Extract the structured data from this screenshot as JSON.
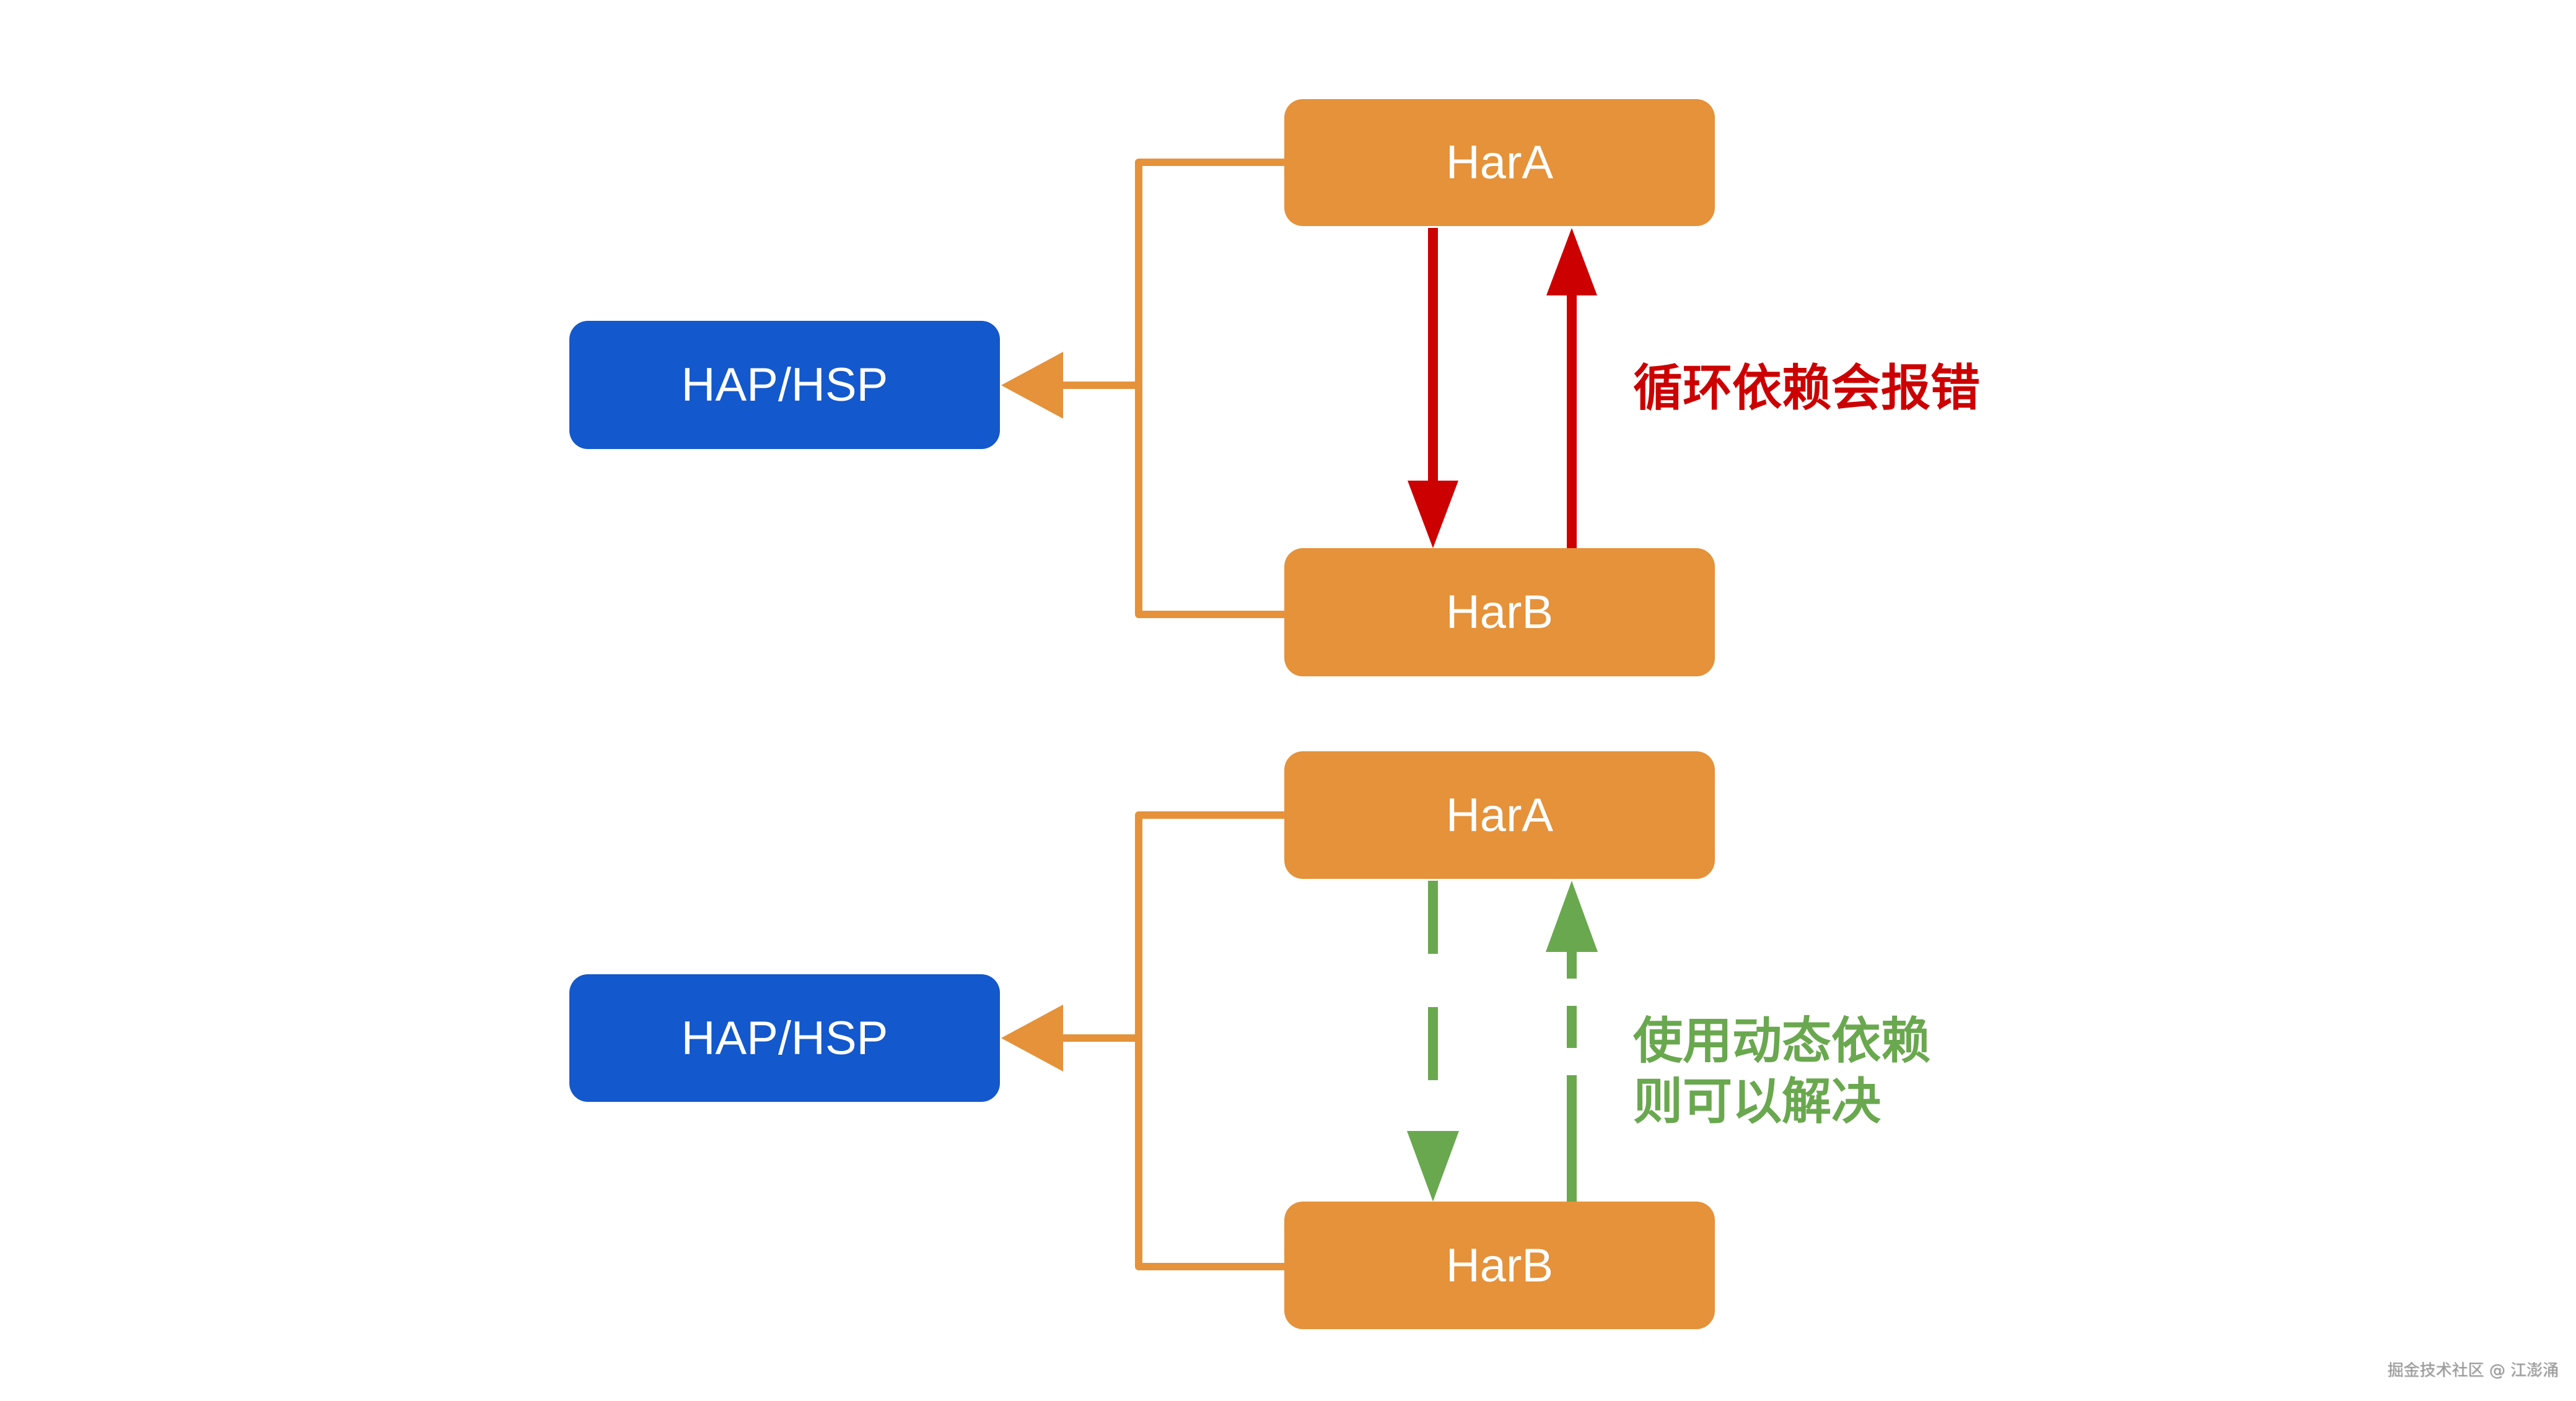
{
  "diagram": {
    "colors": {
      "har_box": "#e5923a",
      "hap_box": "#1358cc",
      "connector": "#e5923a",
      "circular_arrow": "#cc0000",
      "dynamic_arrow": "#6aa84f",
      "box_text": "#ffffff"
    },
    "top_section": {
      "hap_label": "HAP/HSP",
      "har_a_label": "HarA",
      "har_b_label": "HarB",
      "annotation": "循环依赖会报错",
      "arrow_style": "solid"
    },
    "bottom_section": {
      "hap_label": "HAP/HSP",
      "har_a_label": "HarA",
      "har_b_label": "HarB",
      "annotation_line1": "使用动态依赖",
      "annotation_line2": "则可以解决",
      "arrow_style": "dashed"
    },
    "edges": [
      {
        "from": "HarA",
        "to": "HAP/HSP",
        "section": "top"
      },
      {
        "from": "HarB",
        "to": "HAP/HSP",
        "section": "top"
      },
      {
        "from": "HarA",
        "to": "HarB",
        "section": "top",
        "style": "solid-red"
      },
      {
        "from": "HarB",
        "to": "HarA",
        "section": "top",
        "style": "solid-red"
      },
      {
        "from": "HarA",
        "to": "HAP/HSP",
        "section": "bottom"
      },
      {
        "from": "HarB",
        "to": "HAP/HSP",
        "section": "bottom"
      },
      {
        "from": "HarA",
        "to": "HarB",
        "section": "bottom",
        "style": "dashed-green"
      },
      {
        "from": "HarB",
        "to": "HarA",
        "section": "bottom",
        "style": "dashed-green"
      }
    ]
  },
  "watermark": "掘金技术社区 @ 江澎涌"
}
